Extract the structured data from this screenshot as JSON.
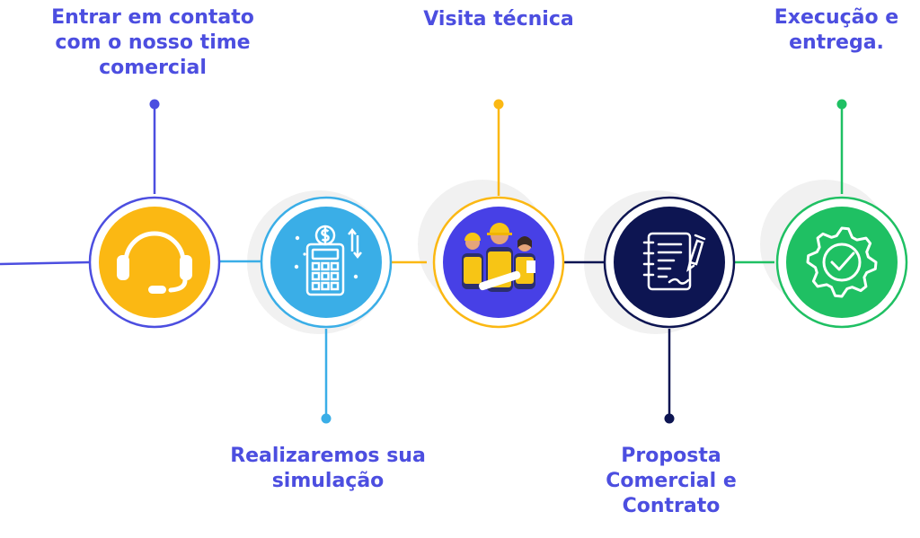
{
  "colors": {
    "step1": "#fbb813",
    "step2": "#3aaee7",
    "step3": "#4740e6",
    "step4": "#0d1552",
    "step5": "#1fc063",
    "label": "#4c4ee0",
    "shadow": "#f1f1f1"
  },
  "steps": [
    {
      "label_lines": [
        "Entrar em contato",
        "com o nosso time",
        "comercial"
      ],
      "icon": "headset-icon"
    },
    {
      "label_lines": [
        "Realizaremos sua",
        "simulação"
      ],
      "icon": "calculator-icon"
    },
    {
      "label_lines": [
        "Visita técnica"
      ],
      "icon": "construction-workers-icon"
    },
    {
      "label_lines": [
        "Proposta",
        "Comercial e",
        "Contrato"
      ],
      "icon": "contract-document-icon"
    },
    {
      "label_lines": [
        "Execução e",
        "entrega."
      ],
      "icon": "gear-check-icon"
    }
  ]
}
